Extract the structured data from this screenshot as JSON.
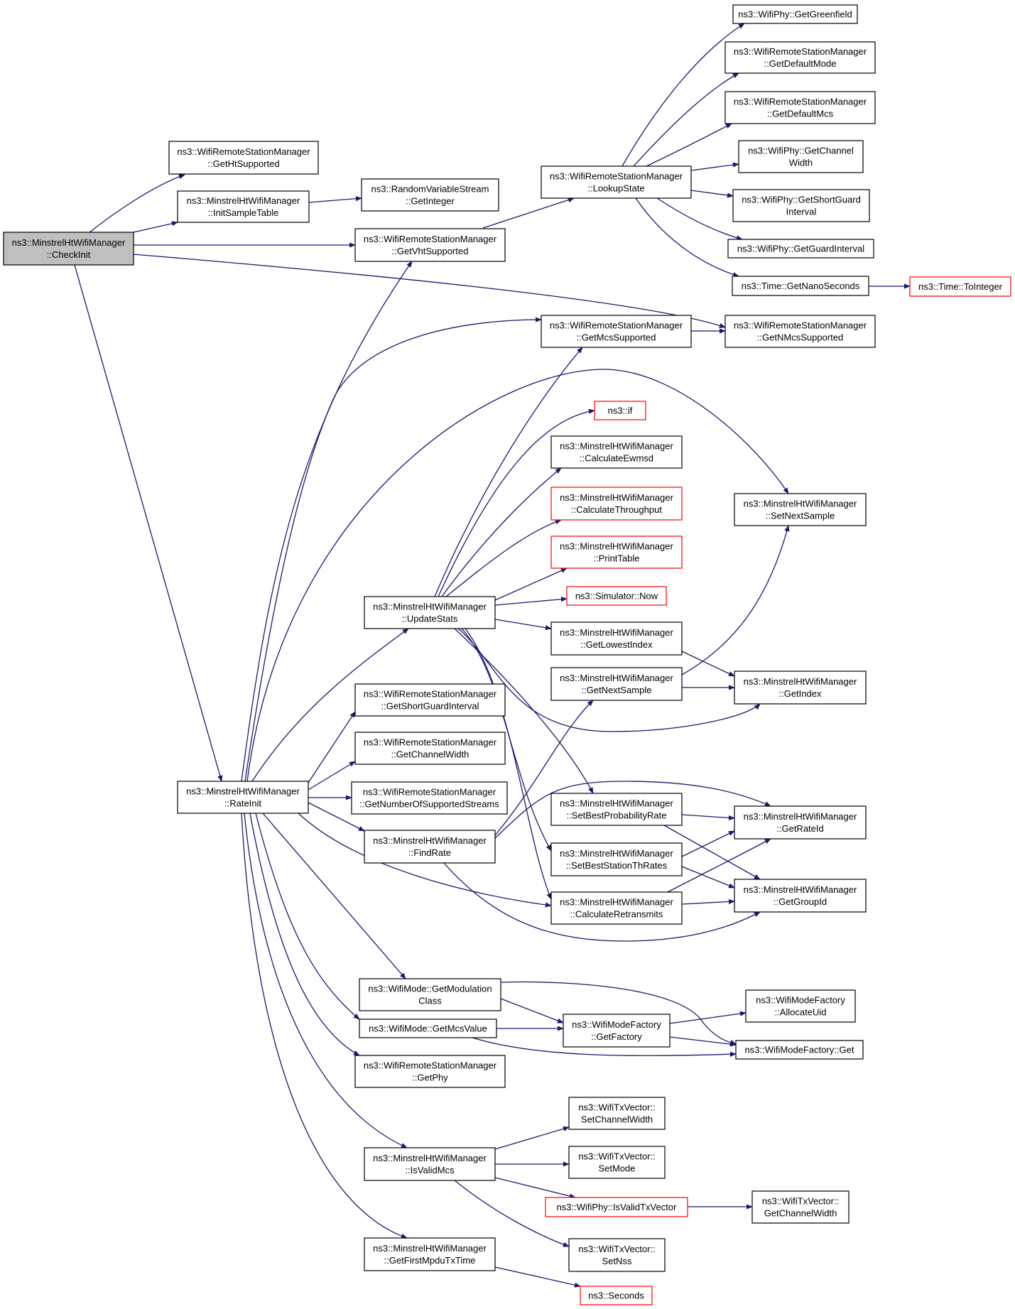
{
  "colors": {
    "edge": "#191970",
    "node_border": "#000000",
    "truncated_border": "#ff0000",
    "root_fill": "#bfbfbf",
    "node_fill": "#ffffff"
  },
  "nodes": {
    "CheckInit": [
      "ns3::MinstrelHtWifiManager",
      "::CheckInit"
    ],
    "GetHtSupported": [
      "ns3::WifiRemoteStationManager",
      "::GetHtSupported"
    ],
    "InitSampleTable": [
      "ns3::MinstrelHtWifiManager",
      "::InitSampleTable"
    ],
    "GetInteger": [
      "ns3::RandomVariableStream",
      "::GetInteger"
    ],
    "GetVhtSupported": [
      "ns3::WifiRemoteStationManager",
      "::GetVhtSupported"
    ],
    "LookupState": [
      "ns3::WifiRemoteStationManager",
      "::LookupState"
    ],
    "GetGreenfield": [
      "ns3::WifiPhy::GetGreenfield"
    ],
    "GetDefaultMode": [
      "ns3::WifiRemoteStationManager",
      "::GetDefaultMode"
    ],
    "GetDefaultMcs": [
      "ns3::WifiRemoteStationManager",
      "::GetDefaultMcs"
    ],
    "PhyGetChannelWidth": [
      "ns3::WifiPhy::GetChannel",
      "Width"
    ],
    "GetShortGuardIntervalPhy": [
      "ns3::WifiPhy::GetShortGuard",
      "Interval"
    ],
    "GetGuardInterval": [
      "ns3::WifiPhy::GetGuardInterval"
    ],
    "GetNanoSeconds": [
      "ns3::Time::GetNanoSeconds"
    ],
    "ToInteger": [
      "ns3::Time::ToInteger"
    ],
    "GetMcsSupported": [
      "ns3::WifiRemoteStationManager",
      "::GetMcsSupported"
    ],
    "GetNMcsSupported": [
      "ns3::WifiRemoteStationManager",
      "::GetNMcsSupported"
    ],
    "If": [
      "ns3::if"
    ],
    "CalculateEwmsd": [
      "ns3::MinstrelHtWifiManager",
      "::CalculateEwmsd"
    ],
    "CalculateThroughput": [
      "ns3::MinstrelHtWifiManager",
      "::CalculateThroughput"
    ],
    "SetNextSample": [
      "ns3::MinstrelHtWifiManager",
      "::SetNextSample"
    ],
    "PrintTable": [
      "ns3::MinstrelHtWifiManager",
      "::PrintTable"
    ],
    "SimulatorNow": [
      "ns3::Simulator::Now"
    ],
    "UpdateStats": [
      "ns3::MinstrelHtWifiManager",
      "::UpdateStats"
    ],
    "GetLowestIndex": [
      "ns3::MinstrelHtWifiManager",
      "::GetLowestIndex"
    ],
    "GetNextSample": [
      "ns3::MinstrelHtWifiManager",
      "::GetNextSample"
    ],
    "GetIndex": [
      "ns3::MinstrelHtWifiManager",
      "::GetIndex"
    ],
    "GetShortGuardInterval": [
      "ns3::WifiRemoteStationManager",
      "::GetShortGuardInterval"
    ],
    "GetChannelWidth": [
      "ns3::WifiRemoteStationManager",
      "::GetChannelWidth"
    ],
    "GetNumberOfSupportedStreams": [
      "ns3::WifiRemoteStationManager",
      "::GetNumberOfSupportedStreams"
    ],
    "RateInit": [
      "ns3::MinstrelHtWifiManager",
      "::RateInit"
    ],
    "SetBestProbabilityRate": [
      "ns3::MinstrelHtWifiManager",
      "::SetBestProbabilityRate"
    ],
    "GetRateId": [
      "ns3::MinstrelHtWifiManager",
      "::GetRateId"
    ],
    "FindRate": [
      "ns3::MinstrelHtWifiManager",
      "::FindRate"
    ],
    "SetBestStationThRates": [
      "ns3::MinstrelHtWifiManager",
      "::SetBestStationThRates"
    ],
    "CalculateRetransmits": [
      "ns3::MinstrelHtWifiManager",
      "::CalculateRetransmits"
    ],
    "GetGroupId": [
      "ns3::MinstrelHtWifiManager",
      "::GetGroupId"
    ],
    "GetModulationClass": [
      "ns3::WifiMode::GetModulation",
      "Class"
    ],
    "AllocateUid": [
      "ns3::WifiModeFactory",
      "::AllocateUid"
    ],
    "GetMcsValue": [
      "ns3::WifiMode::GetMcsValue"
    ],
    "GetFactory": [
      "ns3::WifiModeFactory",
      "::GetFactory"
    ],
    "WifiModeFactoryGet": [
      "ns3::WifiModeFactory::Get"
    ],
    "GetPhy": [
      "ns3::WifiRemoteStationManager",
      "::GetPhy"
    ],
    "SetChannelWidth": [
      "ns3::WifiTxVector::",
      "SetChannelWidth"
    ],
    "SetMode": [
      "ns3::WifiTxVector::",
      "SetMode"
    ],
    "IsValidMcs": [
      "ns3::MinstrelHtWifiManager",
      "::IsValidMcs"
    ],
    "IsValidTxVector": [
      "ns3::WifiPhy::IsValidTxVector"
    ],
    "TxGetChannelWidth": [
      "ns3::WifiTxVector::",
      "GetChannelWidth"
    ],
    "SetNss": [
      "ns3::WifiTxVector::",
      "SetNss"
    ],
    "GetFirstMpduTxTime": [
      "ns3::MinstrelHtWifiManager",
      "::GetFirstMpduTxTime"
    ],
    "Seconds": [
      "ns3::Seconds"
    ]
  }
}
